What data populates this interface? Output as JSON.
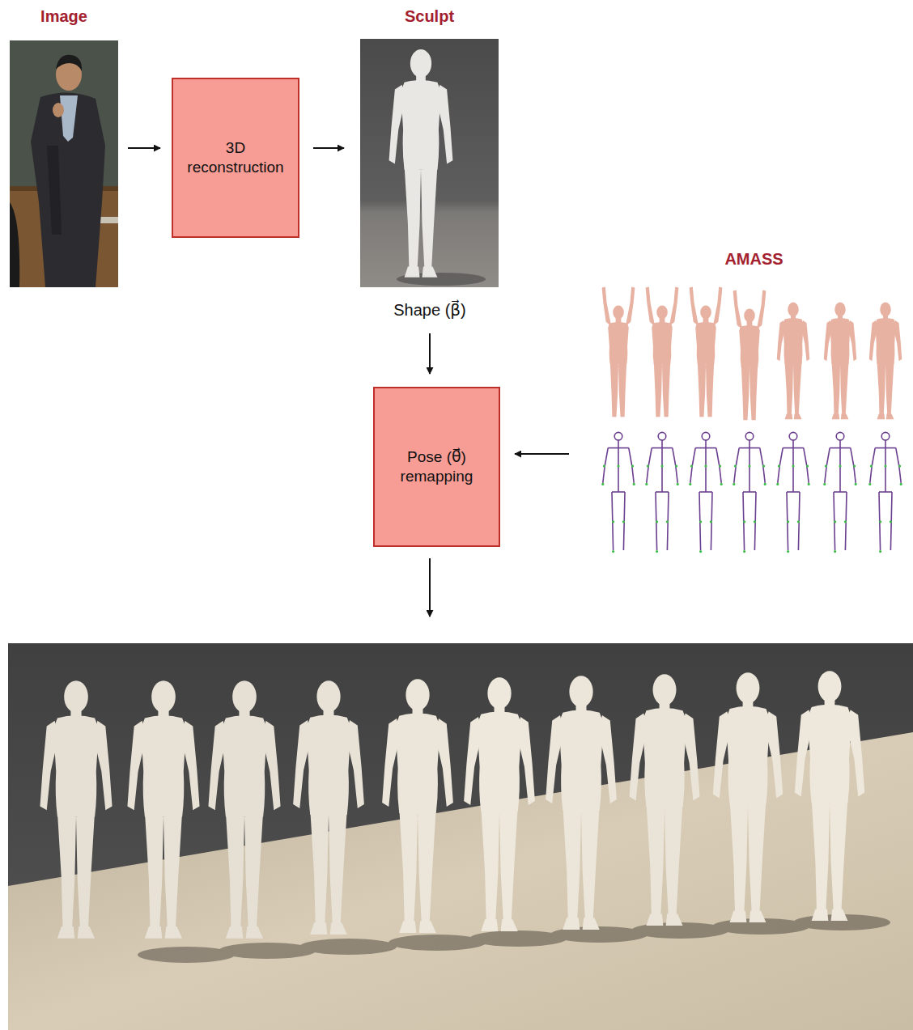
{
  "diagram": {
    "nodes": [
      {
        "text": [
          "Image"
        ]
      },
      {
        "text": [
          "3D reconstruction"
        ]
      },
      {
        "text": [
          "Sculpt"
        ]
      },
      {
        "text": [
          "Pose (θ⃗) remapping"
        ]
      },
      {
        "text": [
          "AMASS"
        ]
      }
    ],
    "edges": [
      {
        "from": 0,
        "to": 1,
        "arrow": "to"
      },
      {
        "from": 1,
        "to": 2,
        "arrow": "to"
      },
      {
        "from": 2,
        "to": 3,
        "arrow": "to",
        "label": "Shape (β⃗)"
      },
      {
        "from": 4,
        "to": 3,
        "arrow": "to"
      }
    ]
  }
}
